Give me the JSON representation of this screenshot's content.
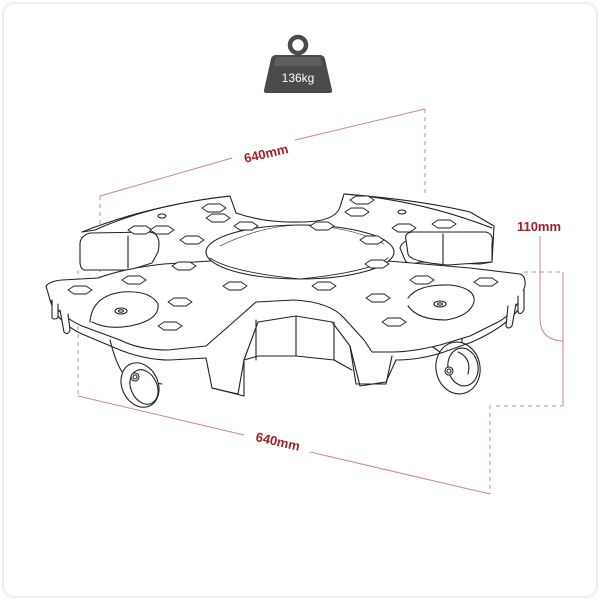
{
  "weight_badge": {
    "icon": "weight-icon",
    "label": "136kg",
    "fill": "#4a4a4a"
  },
  "dimensions": {
    "length_top": {
      "label": "640mm"
    },
    "length_bottom": {
      "label": "640mm"
    },
    "height": {
      "label": "110mm"
    },
    "line_color": "#c98a8c",
    "label_color": "#a31f24"
  },
  "product": {
    "name": "dolly-with-castors",
    "outline_color": "#222222"
  }
}
